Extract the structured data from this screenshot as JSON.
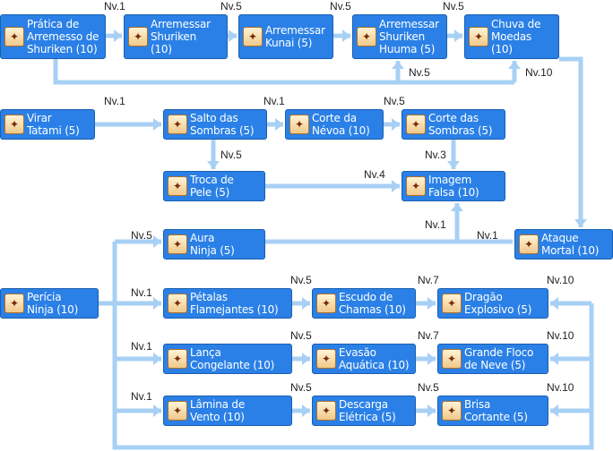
{
  "colors": {
    "node_fill": "#2a80e6",
    "node_border": "#1a5fb0",
    "connector": "#a8d0f5",
    "text_white": "#ffffff"
  },
  "nodes": [
    {
      "id": "pratica",
      "lines": [
        "Prática de",
        "Arremesso de",
        "Shuriken (10)"
      ],
      "icon": "book-icon"
    },
    {
      "id": "arr_shuriken",
      "lines": [
        "Arremessar",
        "Shuriken",
        "(10)"
      ],
      "icon": "shuriken-icon"
    },
    {
      "id": "arr_kunai",
      "lines": [
        "Arremessar",
        "Kunai (5)"
      ],
      "icon": "kunai-icon"
    },
    {
      "id": "arr_huuma",
      "lines": [
        "Arremessar",
        "Shuriken",
        "Huuma (5)"
      ],
      "icon": "huuma-shuriken-icon"
    },
    {
      "id": "chuva",
      "lines": [
        "Chuva de",
        "Moedas",
        "(10)"
      ],
      "icon": "coins-icon"
    },
    {
      "id": "virar",
      "lines": [
        "Virar",
        "Tatami (5)"
      ],
      "icon": "tatami-icon"
    },
    {
      "id": "salto",
      "lines": [
        "Salto das",
        "Sombras (5)"
      ],
      "icon": "shadow-jump-icon"
    },
    {
      "id": "corte_nevoa",
      "lines": [
        "Corte da",
        "Névoa (10)"
      ],
      "icon": "mist-slash-icon"
    },
    {
      "id": "corte_sombras",
      "lines": [
        "Corte das",
        "Sombras (5)"
      ],
      "icon": "shadow-slash-icon"
    },
    {
      "id": "troca",
      "lines": [
        "Troca de",
        "Pele (5)"
      ],
      "icon": "skin-swap-icon"
    },
    {
      "id": "imagem",
      "lines": [
        "Imagem",
        "Falsa (10)"
      ],
      "icon": "mirror-image-icon"
    },
    {
      "id": "aura",
      "lines": [
        "Aura",
        "Ninja (5)"
      ],
      "icon": "aura-icon"
    },
    {
      "id": "ataque",
      "lines": [
        "Ataque",
        "Mortal (10)"
      ],
      "icon": "final-strike-icon"
    },
    {
      "id": "pericia",
      "lines": [
        "Perícia",
        "Ninja (10)"
      ],
      "icon": "ninja-mastery-icon"
    },
    {
      "id": "petalas",
      "lines": [
        "Pétalas",
        "Flamejantes (10)"
      ],
      "icon": "flame-petals-icon"
    },
    {
      "id": "escudo",
      "lines": [
        "Escudo de",
        "Chamas (10)"
      ],
      "icon": "flame-shield-icon"
    },
    {
      "id": "dragao",
      "lines": [
        "Dragão",
        "Explosivo (5)"
      ],
      "icon": "exploding-dragon-icon"
    },
    {
      "id": "lanca",
      "lines": [
        "Lança",
        "Congelante (10)"
      ],
      "icon": "ice-spear-icon"
    },
    {
      "id": "evasao",
      "lines": [
        "Evasão",
        "Aquática (10)"
      ],
      "icon": "water-escape-icon"
    },
    {
      "id": "floco",
      "lines": [
        "Grande Floco",
        "de Neve (5)"
      ],
      "icon": "snowflake-icon"
    },
    {
      "id": "lamina",
      "lines": [
        "Lâmina de",
        "Vento (10)"
      ],
      "icon": "wind-blade-icon"
    },
    {
      "id": "descarga",
      "lines": [
        "Descarga",
        "Elétrica (5)"
      ],
      "icon": "lightning-icon"
    },
    {
      "id": "brisa",
      "lines": [
        "Brisa",
        "Cortante (5)"
      ],
      "icon": "cutting-breeze-icon"
    }
  ],
  "level_labels": [
    {
      "id": "l1",
      "text": "Nv.1"
    },
    {
      "id": "l2",
      "text": "Nv.5"
    },
    {
      "id": "l3",
      "text": "Nv.5"
    },
    {
      "id": "l4",
      "text": "Nv.5"
    },
    {
      "id": "l5",
      "text": "Nv.5"
    },
    {
      "id": "l6",
      "text": "Nv.10"
    },
    {
      "id": "l7",
      "text": "Nv.1"
    },
    {
      "id": "l8",
      "text": "Nv.1"
    },
    {
      "id": "l9",
      "text": "Nv.5"
    },
    {
      "id": "l10",
      "text": "Nv.5"
    },
    {
      "id": "l11",
      "text": "Nv.4"
    },
    {
      "id": "l12",
      "text": "Nv.3"
    },
    {
      "id": "l13",
      "text": "Nv.5"
    },
    {
      "id": "l14",
      "text": "Nv.1"
    },
    {
      "id": "l15",
      "text": "Nv.1"
    },
    {
      "id": "l16",
      "text": "Nv.1"
    },
    {
      "id": "l17",
      "text": "Nv.5"
    },
    {
      "id": "l18",
      "text": "Nv.7"
    },
    {
      "id": "l19",
      "text": "Nv.10"
    },
    {
      "id": "l20",
      "text": "Nv.1"
    },
    {
      "id": "l21",
      "text": "Nv.5"
    },
    {
      "id": "l22",
      "text": "Nv.7"
    },
    {
      "id": "l23",
      "text": "Nv.10"
    },
    {
      "id": "l24",
      "text": "Nv.1"
    },
    {
      "id": "l25",
      "text": "Nv.5"
    },
    {
      "id": "l26",
      "text": "Nv.5"
    },
    {
      "id": "l27",
      "text": "Nv.10"
    }
  ]
}
